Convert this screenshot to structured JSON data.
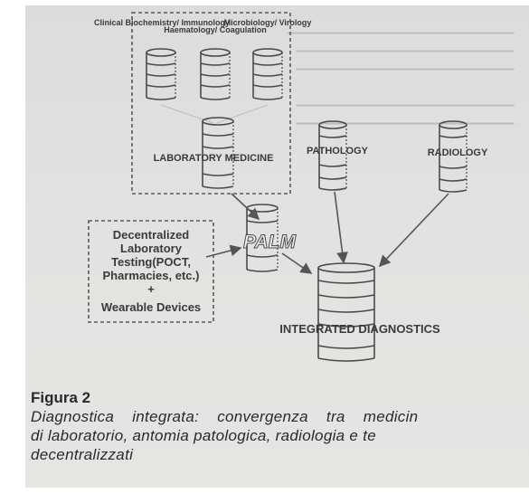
{
  "groups": {
    "top_left_labels": [
      "Clinical Biochemistry/ Immunology",
      "Haematology/ Coagulation",
      "Microbiology/ Virology"
    ],
    "laboratory_medicine": "LABORATORY MEDICINE",
    "pathology": "PATHOLOGY",
    "radiology": "RADIOLOGY",
    "palm": "PALM",
    "integrated": "INTEGRATED DIAGNOSTICS"
  },
  "decentralized_box": {
    "lines": [
      "Decentralized",
      "Laboratory",
      "Testing(POCT,",
      "Pharmacies, etc.)",
      "+",
      "Wearable Devices"
    ]
  },
  "caption": {
    "title": "Figura 2",
    "lines": [
      "Diagnostica    integrata:    convergenza    tra    medicin",
      "di laboratorio, antomia patologica, radiologia e te",
      "decentralizzati"
    ]
  }
}
